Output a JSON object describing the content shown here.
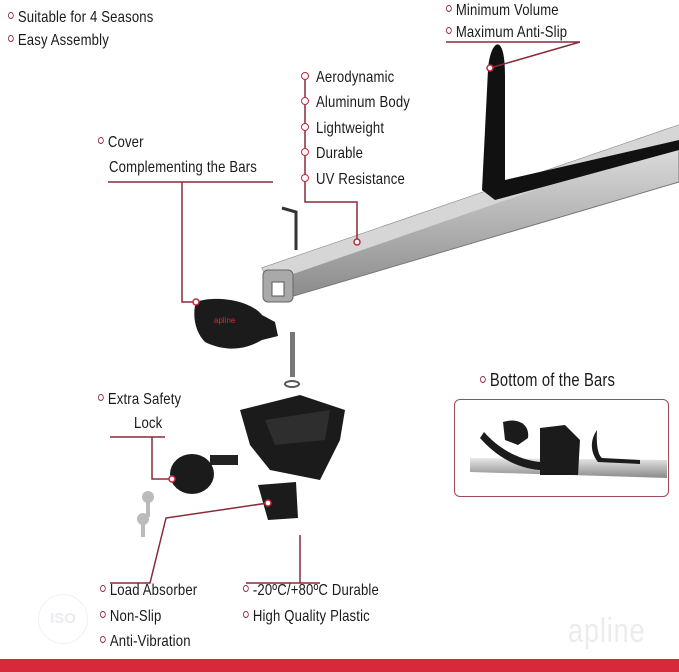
{
  "features": {
    "top_left": [
      "Suitable for 4 Seasons",
      "Easy Assembly"
    ],
    "top_right": [
      "Minimum Volume",
      "Maximum Anti-Slip"
    ],
    "bar_properties": [
      "Aerodynamic",
      "Aluminum Body",
      "Lightweight",
      "Durable",
      "UV Resistance"
    ],
    "cover": {
      "line1": "Cover",
      "line2": "Complementing the Bars"
    },
    "lock": {
      "line1": "Extra Safety",
      "line2": "Lock"
    },
    "bottom_of_bars": "Bottom of the Bars",
    "load_absorber": [
      "Load Absorber",
      "Non-Slip",
      "Anti-Vibration"
    ],
    "plastic": [
      "-20ºC/+80ºC Durable",
      "High Quality Plastic"
    ]
  },
  "branding": {
    "watermark": "apline",
    "cover_logo": "apline",
    "certification_badge": "ISO"
  },
  "colors": {
    "accent": "#8a2a3a",
    "footer": "#d42a3a",
    "text": "#1a1a1a"
  }
}
